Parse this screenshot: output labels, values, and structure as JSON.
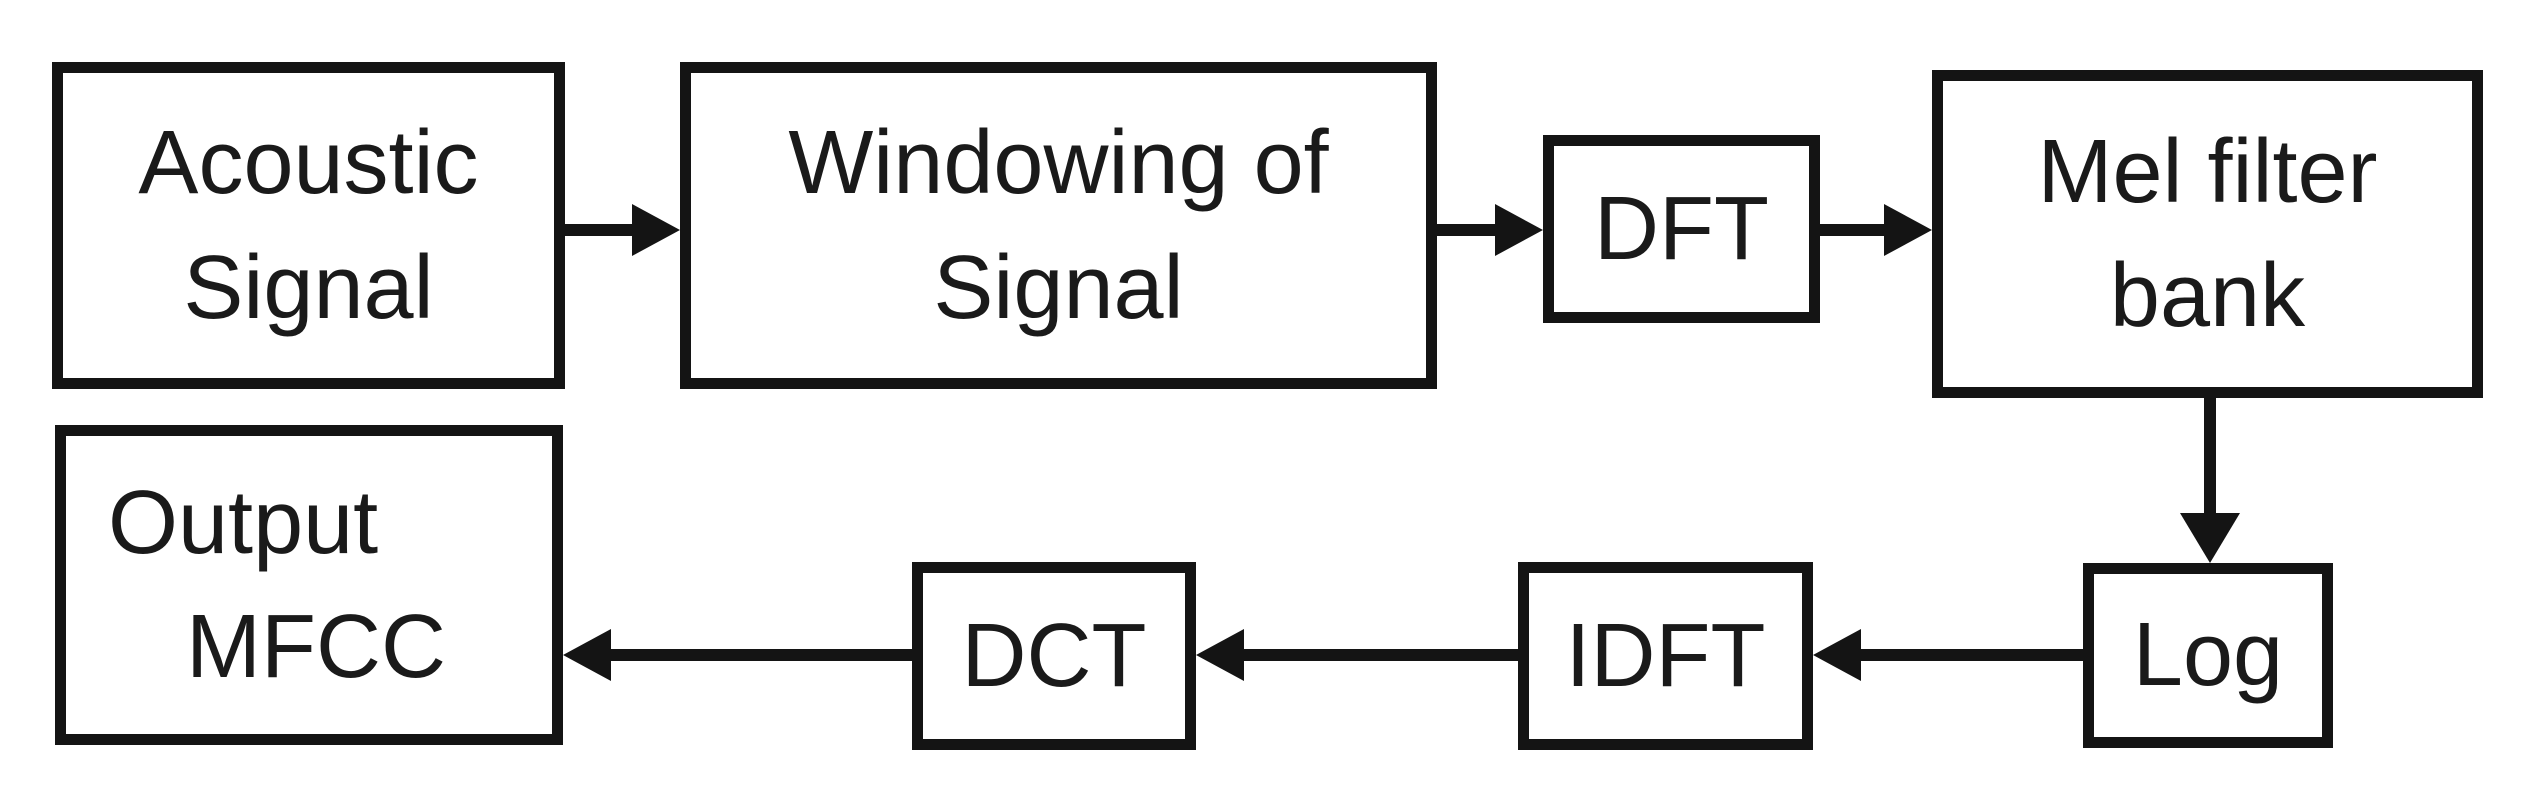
{
  "diagram": {
    "type": "flowchart",
    "colors": {
      "background": "#ffffff",
      "stroke": "#141414",
      "text": "#1a1a1a"
    },
    "nodes": {
      "acoustic": {
        "line1": "Acoustic",
        "line2": "Signal"
      },
      "windowing": {
        "line1": "Windowing of",
        "line2": "Signal"
      },
      "dft": {
        "label": "DFT"
      },
      "mel": {
        "line1": "Mel filter",
        "line2": "bank"
      },
      "log": {
        "label": "Log"
      },
      "idft": {
        "label": "IDFT"
      },
      "dct": {
        "label": "DCT"
      },
      "output": {
        "line1": "Output",
        "line2": "MFCC"
      }
    },
    "connections": [
      {
        "from": "acoustic",
        "to": "windowing",
        "direction": "right"
      },
      {
        "from": "windowing",
        "to": "dft",
        "direction": "right"
      },
      {
        "from": "dft",
        "to": "mel",
        "direction": "right"
      },
      {
        "from": "mel",
        "to": "log",
        "direction": "down"
      },
      {
        "from": "log",
        "to": "idft",
        "direction": "left"
      },
      {
        "from": "idft",
        "to": "dct",
        "direction": "left"
      },
      {
        "from": "dct",
        "to": "output",
        "direction": "left"
      }
    ]
  }
}
